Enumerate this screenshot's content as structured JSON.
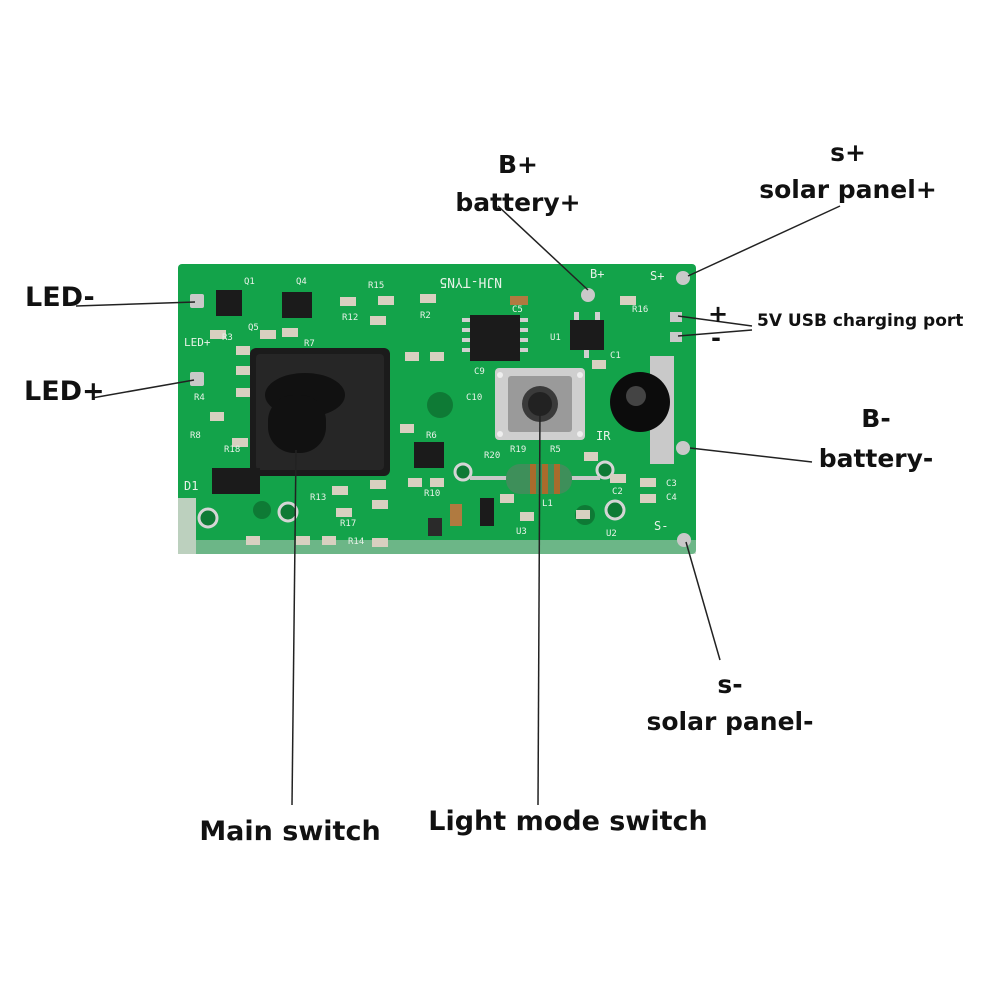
{
  "board": {
    "model_code": "NJH-TYN5",
    "silkscreen": {
      "q1": "Q1",
      "q4": "Q4",
      "r15": "R15",
      "r12": "R12",
      "r2": "R2",
      "c5": "C5",
      "bplus": "B+",
      "splus": "S+",
      "r16": "R16",
      "r3": "R3",
      "q5": "Q5",
      "r7": "R7",
      "u1": "U1",
      "c1": "C1",
      "ledplus": "LED+",
      "r4": "R4",
      "r8": "R8",
      "r18": "R18",
      "c10": "C10",
      "c9": "C9",
      "r6": "R6",
      "r10": "R10",
      "r19": "R19",
      "r20": "R20",
      "r5": "R5",
      "ir": "IR",
      "c2": "C2",
      "c3": "C3",
      "c4": "C4",
      "d1": "D1",
      "r13": "R13",
      "r17": "R17",
      "r14": "R14",
      "u3": "U3",
      "u2": "U2",
      "l1": "L1",
      "sminus": "S-"
    }
  },
  "labels": {
    "led_minus": "LED-",
    "led_plus": "LED+",
    "b_plus": "B+",
    "battery_plus": "battery+",
    "s_plus": "s+",
    "solar_panel_plus": "solar panel+",
    "usb_plus": "+",
    "usb_minus": "-",
    "usb_port": "5V USB charging port",
    "b_minus": "B-",
    "battery_minus": "battery-",
    "s_minus": "s-",
    "solar_panel_minus": "solar panel-",
    "main_switch": "Main switch",
    "light_mode_switch": "Light mode switch"
  },
  "colors": {
    "pcb": "#13a34a",
    "pcb_dark": "#0f8a3e",
    "pad": "#c9c9c9",
    "component_black": "#1b1b1b",
    "silkscreen": "#e8f2e8"
  }
}
